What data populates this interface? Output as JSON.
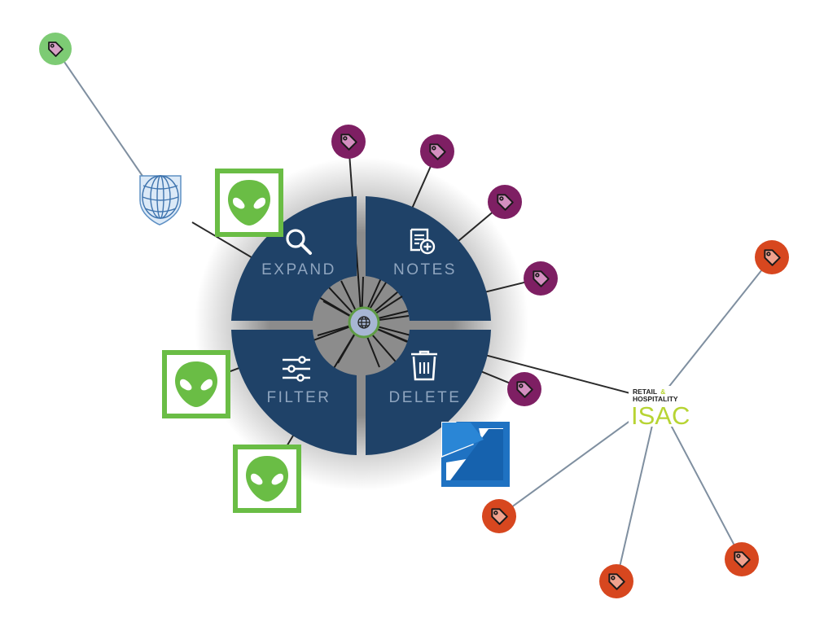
{
  "menu": {
    "expand_label": "EXPAND",
    "notes_label": "NOTES",
    "filter_label": "FILTER",
    "delete_label": "DELETE"
  },
  "org_node": {
    "line1": "RETAIL",
    "amp": "&",
    "line2": "HOSPITALITY",
    "line3": "ISAC"
  },
  "icons": {
    "center": "globe-icon",
    "expand": "magnifier-icon",
    "notes": "note-add-icon",
    "filter": "sliders-icon",
    "delete": "trash-icon",
    "tag": "tag-icon",
    "alien": "alien-icon"
  },
  "colors": {
    "menu_fill": "#1f4268",
    "menu_text": "#8fa5bf",
    "tag_green": "#7dcb74",
    "tag_purple": "#7e1f63",
    "tag_orange": "#d7471f",
    "tag_pink": "#d48fc0",
    "tag_salmon": "#f0a28e",
    "alien_green": "#6abd45",
    "isac_lime": "#b7d433",
    "edge_gray": "#7f8fa0",
    "edge_dark": "#2b2b2b"
  }
}
